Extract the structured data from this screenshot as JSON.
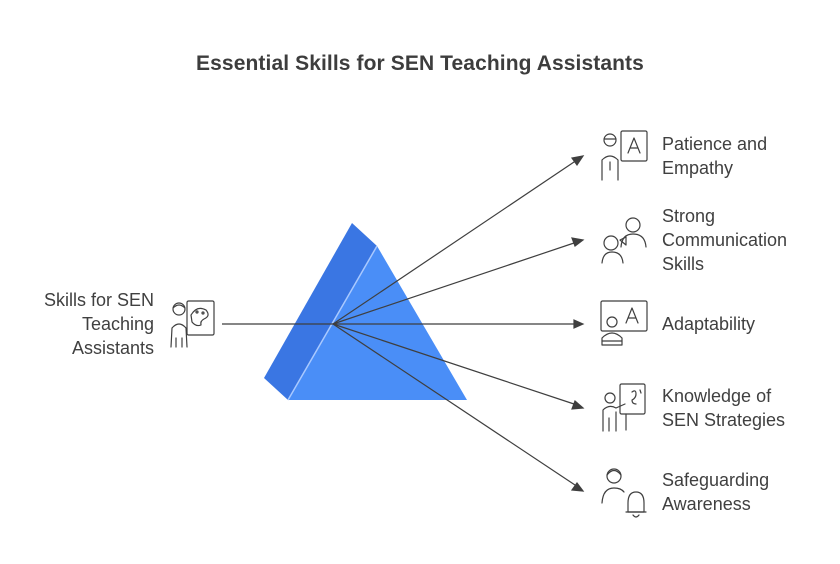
{
  "title": "Essential Skills for SEN Teaching Assistants",
  "source": {
    "label": "Skills for SEN Teaching Assistants",
    "lines": [
      "Skills for SEN",
      "Teaching",
      "Assistants"
    ],
    "icon": "teacher-palette-icon"
  },
  "outputs": [
    {
      "lines": [
        "Patience and",
        "Empathy"
      ],
      "icon": "teacher-board-icon"
    },
    {
      "lines": [
        "Strong",
        "Communication",
        "Skills"
      ],
      "icon": "two-people-talking-icon"
    },
    {
      "lines": [
        "Adaptability"
      ],
      "icon": "presenter-board-icon"
    },
    {
      "lines": [
        "Knowledge of",
        "SEN Strategies"
      ],
      "icon": "teacher-chart-icon"
    },
    {
      "lines": [
        "Safeguarding",
        "Awareness"
      ],
      "icon": "person-bell-icon"
    }
  ],
  "colors": {
    "prism_front": "#4a8ef7",
    "prism_side": "#3a76e3",
    "edge": "#9ec3ff",
    "ray": "#3f3f3f",
    "text": "#404040"
  }
}
